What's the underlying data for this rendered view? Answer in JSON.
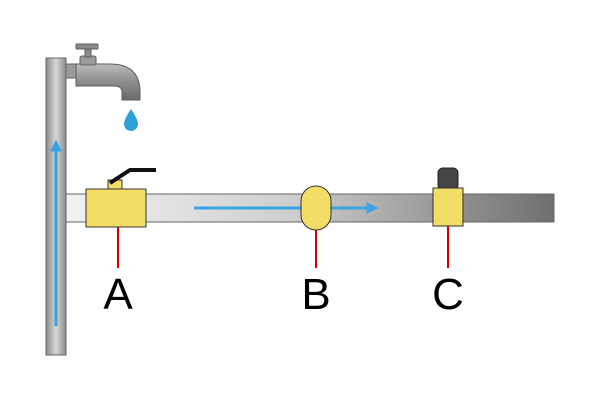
{
  "labels": {
    "a": "A",
    "b": "B",
    "c": "C"
  },
  "colors": {
    "pipe_dark": "#7a7a7a",
    "pipe_light": "#ececec",
    "fitting_yellow": "#f2dd67",
    "leader_red": "#d40000",
    "flow_arrow": "#3aa3e3",
    "water_drop": "#2f9fd8",
    "handle": "#111111",
    "cap": "#444444"
  },
  "icons": [
    "faucet-icon",
    "water-drop-icon",
    "flow-arrow-icon"
  ]
}
